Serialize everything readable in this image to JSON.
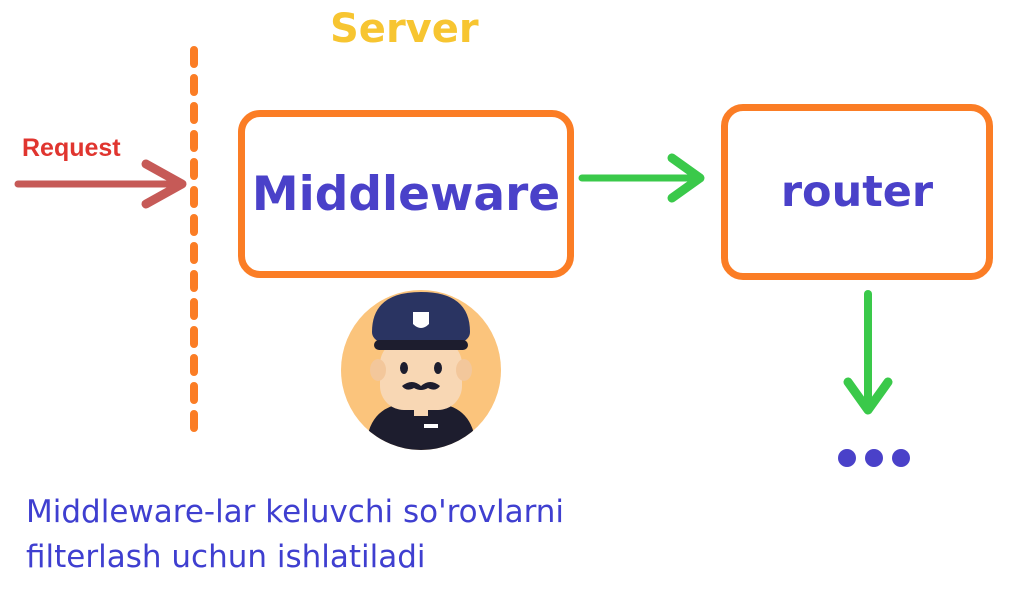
{
  "diagram": {
    "title": "Server",
    "request_label": "Request",
    "nodes": {
      "middleware": "Middleware",
      "router": "router"
    },
    "caption_lines": [
      "Middleware-lar keluvchi so'rovlarni",
      "filterlash uchun ishlatiladi"
    ],
    "ellipsis": "•••",
    "colors": {
      "title": "#f7c531",
      "request": "#e0352f",
      "request_arrow": "#c65a57",
      "box_border": "#fb7d25",
      "node_text": "#4a41c9",
      "flow_arrow": "#3ac94a",
      "boundary": "#fb7d25",
      "caption": "#3f3fd0"
    },
    "icons": [
      "police-officer-icon"
    ]
  }
}
